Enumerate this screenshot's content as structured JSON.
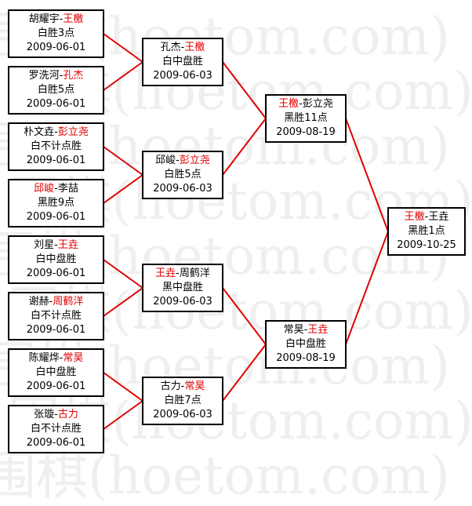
{
  "watermark": [
    "围棋(hoetom.com)",
    "围棋(hoetom.com)",
    "围棋(hoetom.com)",
    "围棋(hoetom.com)",
    "围棋(hoetom.com)",
    "围棋(hoetom.com)",
    "围棋(hoetom.com)",
    "围棋(hoetom.com)",
    "围棋(hoetom.com)"
  ],
  "colors": {
    "line": "#e00000",
    "winner": "#e00000",
    "text": "#000000",
    "border": "#000000"
  },
  "rounds": [
    [
      {
        "p1": "胡耀宇",
        "p2": "王檄",
        "winner": 2,
        "result": "白胜3点",
        "date": "2009-06-01"
      },
      {
        "p1": "罗洗河",
        "p2": "孔杰",
        "winner": 2,
        "result": "白胜5点",
        "date": "2009-06-01"
      },
      {
        "p1": "朴文垚",
        "p2": "彭立尧",
        "winner": 2,
        "result": "白不计点胜",
        "date": "2009-06-01"
      },
      {
        "p1": "邱峻",
        "p2": "李喆",
        "winner": 1,
        "result": "黑胜9点",
        "date": "2009-06-01"
      },
      {
        "p1": "刘星",
        "p2": "王垚",
        "winner": 2,
        "result": "白中盘胜",
        "date": "2009-06-01"
      },
      {
        "p1": "谢赫",
        "p2": "周鹤洋",
        "winner": 2,
        "result": "白不计点胜",
        "date": "2009-06-01"
      },
      {
        "p1": "陈耀烨",
        "p2": "常昊",
        "winner": 2,
        "result": "白中盘胜",
        "date": "2009-06-01"
      },
      {
        "p1": "张璇",
        "p2": "古力",
        "winner": 2,
        "result": "白不计点胜",
        "date": "2009-06-01"
      }
    ],
    [
      {
        "p1": "孔杰",
        "p2": "王檄",
        "winner": 2,
        "result": "白中盘胜",
        "date": "2009-06-03"
      },
      {
        "p1": "邱峻",
        "p2": "彭立尧",
        "winner": 2,
        "result": "白胜5点",
        "date": "2009-06-03"
      },
      {
        "p1": "王垚",
        "p2": "周鹤洋",
        "winner": 1,
        "result": "黑中盘胜",
        "date": "2009-06-03"
      },
      {
        "p1": "古力",
        "p2": "常昊",
        "winner": 2,
        "result": "白胜7点",
        "date": "2009-06-03"
      }
    ],
    [
      {
        "p1": "王檄",
        "p2": "彭立尧",
        "winner": 1,
        "result": "黑胜11点",
        "date": "2009-08-19"
      },
      {
        "p1": "常昊",
        "p2": "王垚",
        "winner": 2,
        "result": "白中盘胜",
        "date": "2009-08-19"
      }
    ],
    [
      {
        "p1": "王檄",
        "p2": "王垚",
        "winner": 1,
        "result": "黑胜1点",
        "date": "2009-10-25"
      }
    ]
  ]
}
